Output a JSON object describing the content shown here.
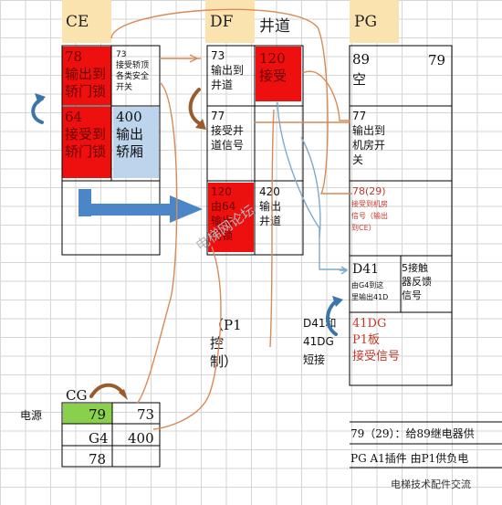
{
  "columns": {
    "ce": "CE",
    "df": "DF",
    "shaft": "井道",
    "pg": "PG",
    "cg": "CG"
  },
  "ce": {
    "c1": "78\n输出到\n轿门锁",
    "c2": "73\n接受轿顶\n各类安全\n开关",
    "c3": "64\n接受到\n轿门锁",
    "c4": "400\n输出\n轿厢"
  },
  "df": {
    "c1": "73\n输出到\n井道",
    "c2": "120\n接受",
    "c3": "77\n接受井\n道信号",
    "c5": "120\n由64\n输出\n门锁",
    "c6": "420\n输出\n井道"
  },
  "pg": {
    "c1_num": "89",
    "c1_text": "空",
    "c1_right": "79",
    "c2": "77\n输出到\n机房开\n关",
    "c3_num": "78(29)",
    "c3_text": "接受到机房\n信号（输出\n到CE）",
    "c4_num": "D41",
    "c4_text": "由G4到这\n里输出41D",
    "c4_right": "5接触\n器反馈\n信号",
    "c5": "41DG\nP1板\n接受信号"
  },
  "notes": {
    "p1": "（P1\n控\n制）",
    "short": "D41和\n41DG\n短接",
    "footer1": "79（29）：给89继电器供",
    "footer2": "PG A1插件 由P1供负电"
  },
  "cg": {
    "power_label": "电源",
    "r1a": "79",
    "r1b": "73",
    "r2a": "G4",
    "r2b": "400",
    "r3a": "78"
  },
  "watermark": "电梯网论坛",
  "brand": "电梯技术配件交流"
}
